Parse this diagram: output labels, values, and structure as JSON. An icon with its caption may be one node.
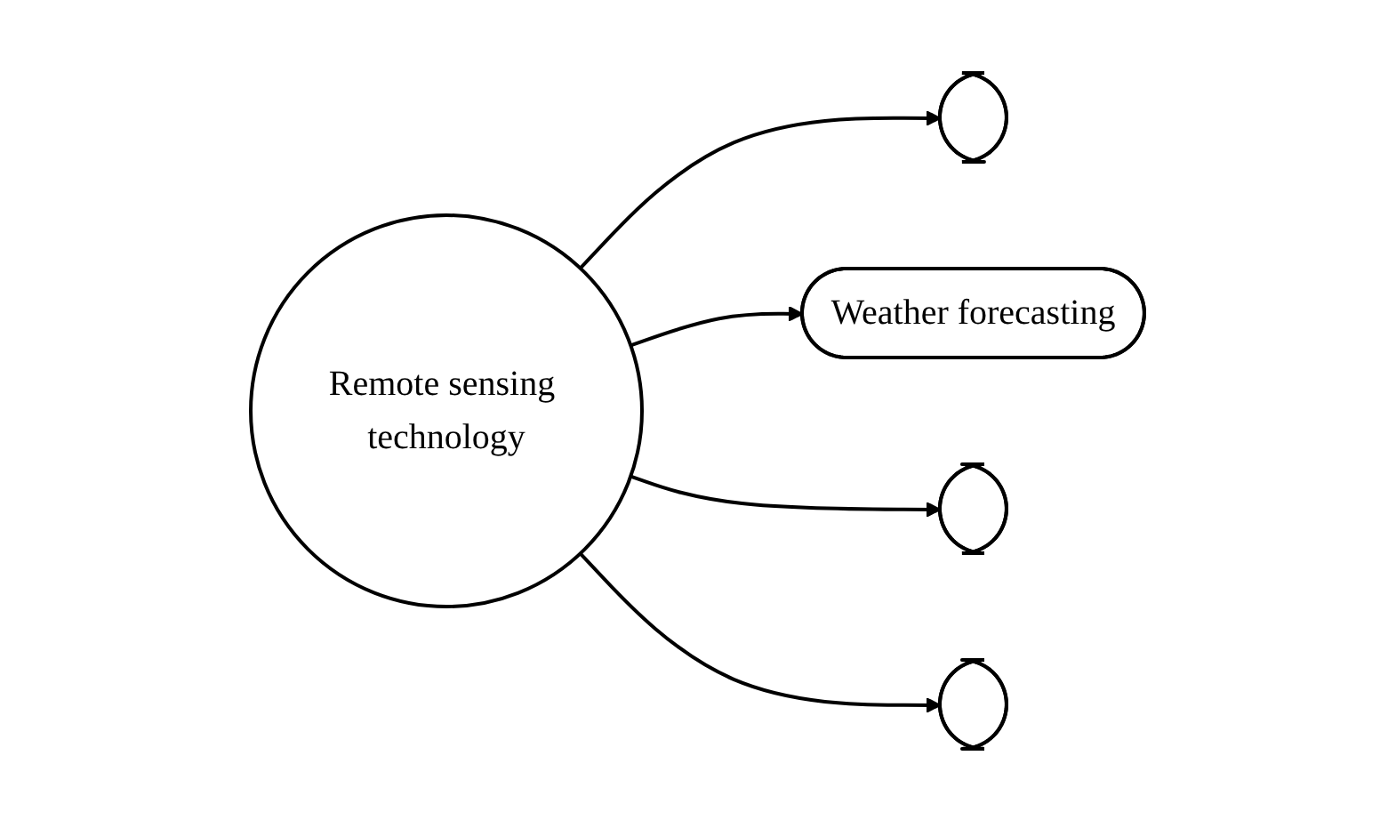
{
  "diagram": {
    "nodes": [
      {
        "text": [],
        "shape": "ellipse"
      },
      {
        "text": [
          "Weather forecasting"
        ]
      },
      {
        "text": [
          "Remote sensing technology"
        ]
      },
      {
        "text": [],
        "shape": "ellipse"
      },
      {
        "text": [],
        "shape": "ellipse"
      }
    ],
    "edges": [
      {
        "from": 2,
        "to": 0,
        "arrow": "to"
      },
      {
        "from": 2,
        "to": 1,
        "arrow": "to"
      },
      {
        "from": 2,
        "to": 3,
        "arrow": "to"
      },
      {
        "from": 2,
        "to": 4,
        "arrow": "to"
      }
    ]
  }
}
